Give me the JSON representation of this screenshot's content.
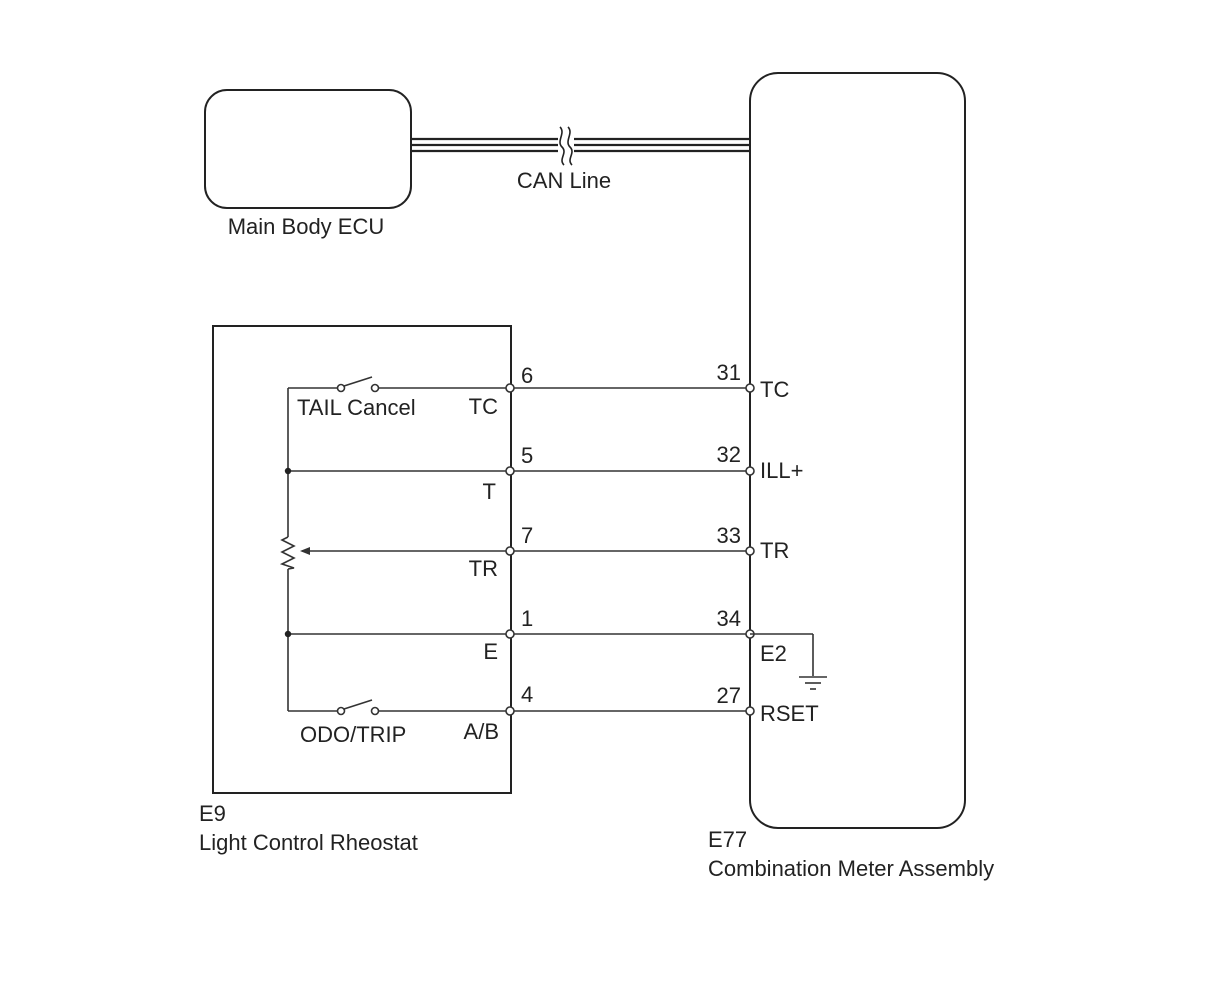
{
  "components": {
    "main_body_ecu": {
      "label": "Main Body ECU"
    },
    "can_line": {
      "label": "CAN Line"
    },
    "e9": {
      "code": "E9",
      "name": "Light Control Rheostat"
    },
    "e77": {
      "code": "E77",
      "name": "Combination Meter Assembly"
    }
  },
  "switches": {
    "tail_cancel": "TAIL Cancel",
    "odo_trip": "ODO/TRIP"
  },
  "e9_pins": [
    {
      "pin": "6",
      "name": "TC"
    },
    {
      "pin": "5",
      "name": "T"
    },
    {
      "pin": "7",
      "name": "TR"
    },
    {
      "pin": "1",
      "name": "E"
    },
    {
      "pin": "4",
      "name": "A/B"
    }
  ],
  "e77_pins": [
    {
      "pin": "31",
      "name": "TC"
    },
    {
      "pin": "32",
      "name": "ILL+"
    },
    {
      "pin": "33",
      "name": "TR"
    },
    {
      "pin": "34",
      "name": "E2"
    },
    {
      "pin": "27",
      "name": "RSET"
    }
  ]
}
